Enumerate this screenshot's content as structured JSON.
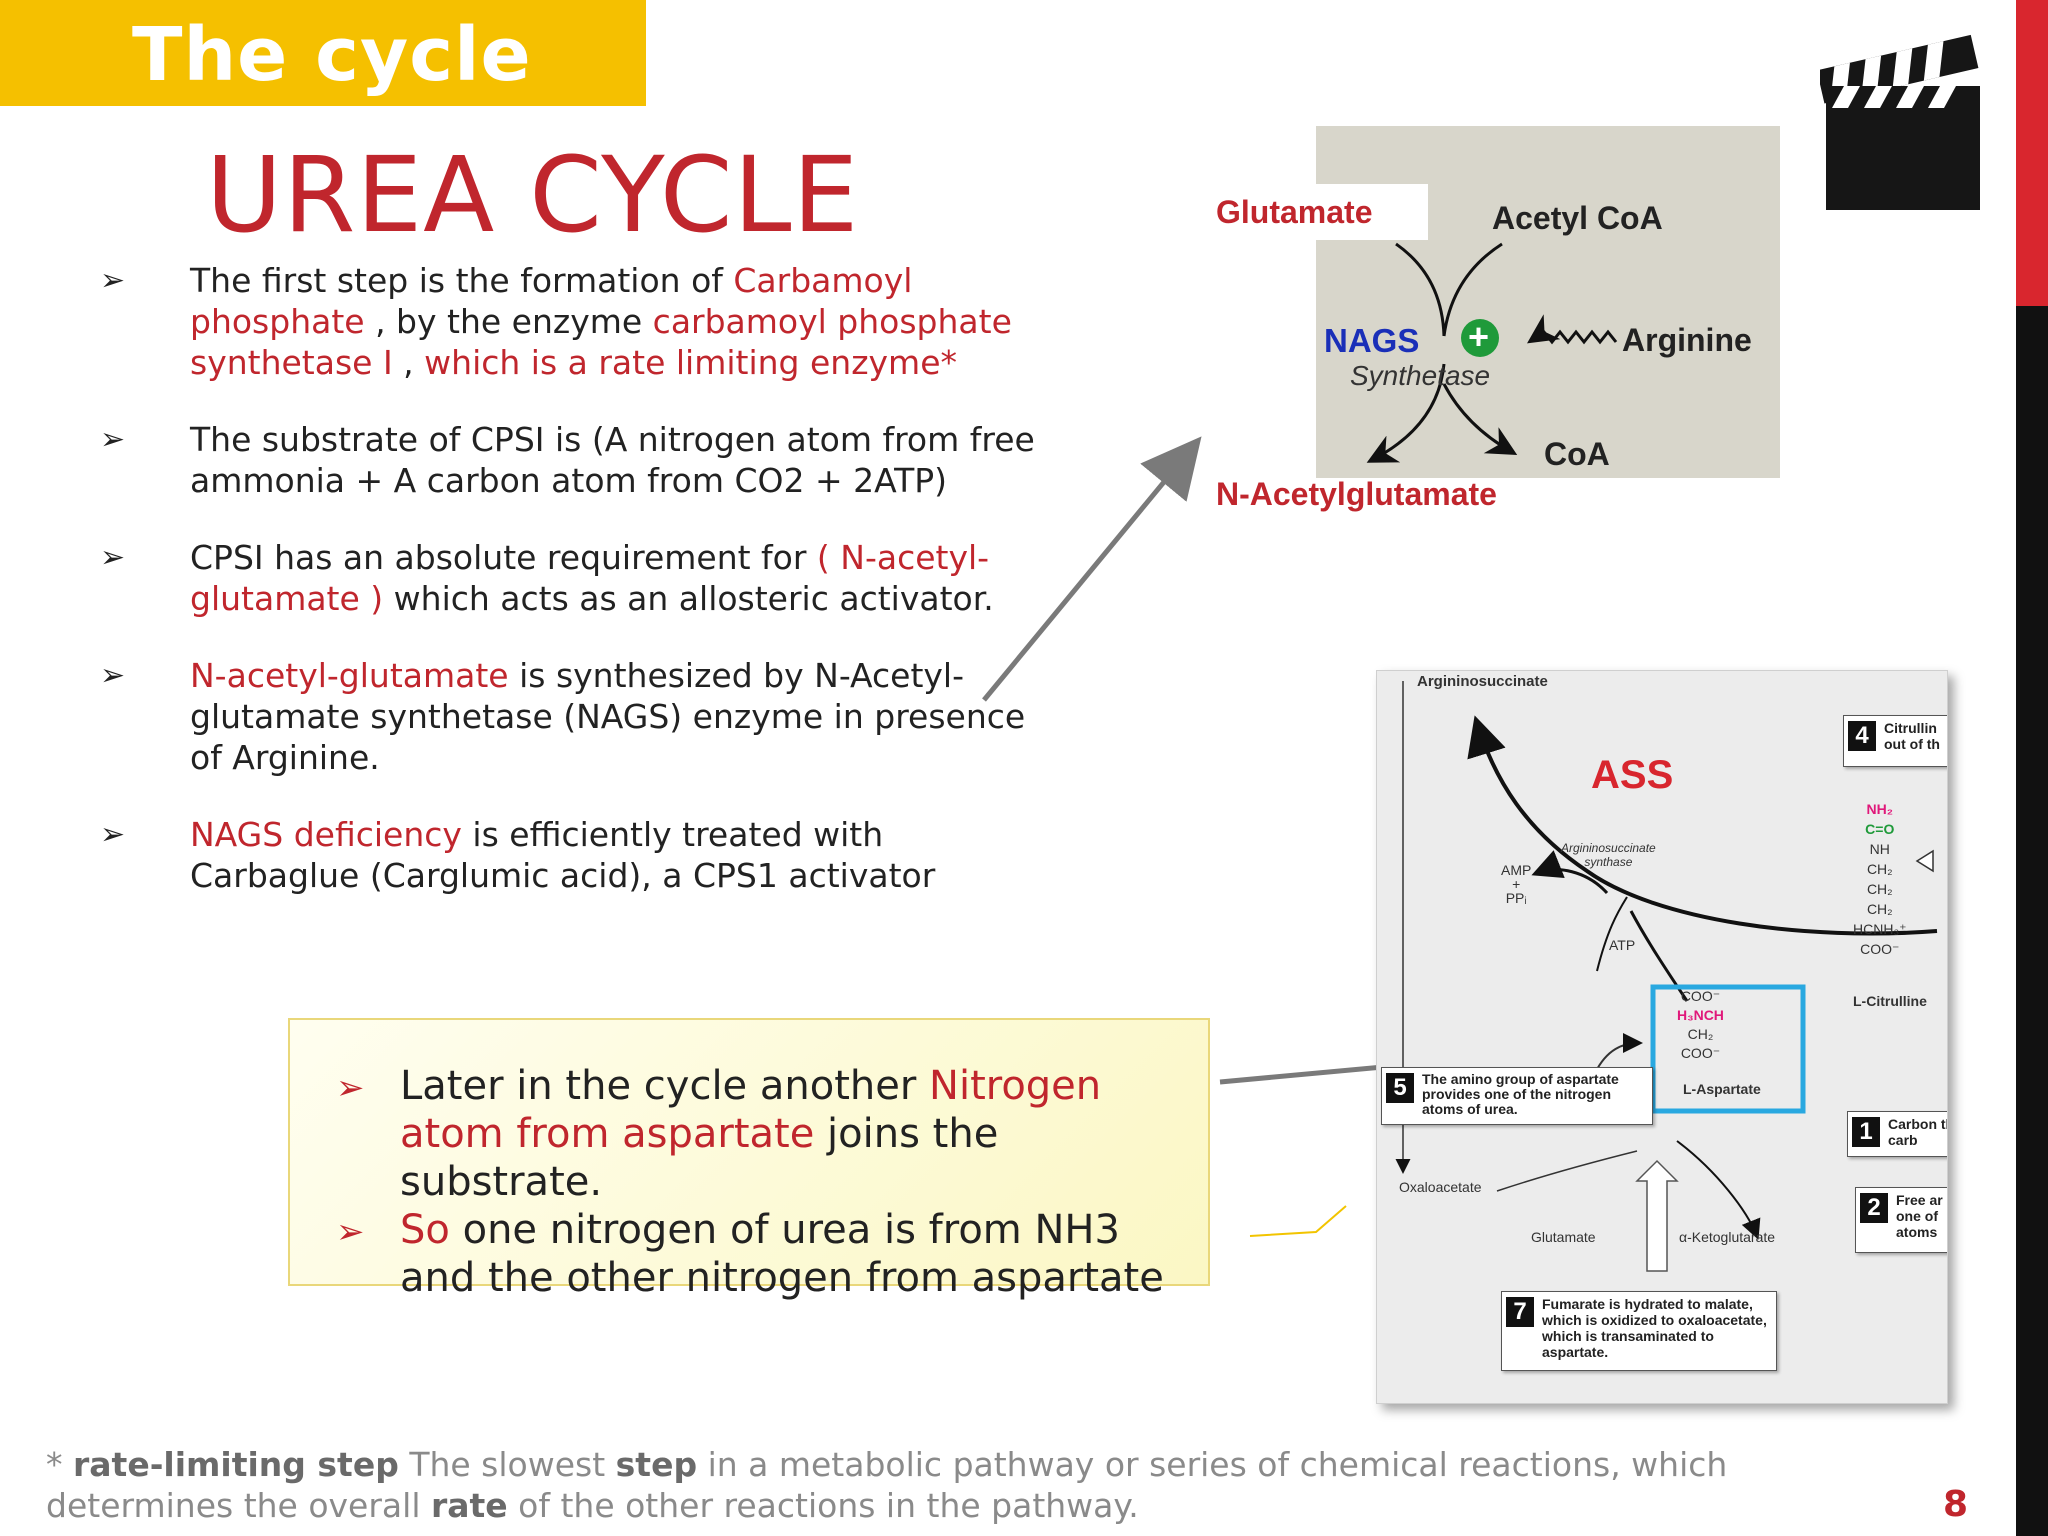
{
  "header": {
    "section_tab": "The cycle",
    "title": "UREA CYCLE"
  },
  "bullets": [
    {
      "parts": [
        {
          "text": "The first step is the formation of ",
          "color": "black"
        },
        {
          "text": "Carbamoyl phosphate",
          "color": "red"
        },
        {
          "text": " , by the enzyme ",
          "color": "black"
        },
        {
          "text": "carbamoyl phosphate synthetase I",
          "color": "red"
        },
        {
          "text": " , ",
          "color": "black"
        },
        {
          "text": "which is a rate limiting enzyme*",
          "color": "red"
        }
      ]
    },
    {
      "parts": [
        {
          "text": " The substrate of CPSI is (A nitrogen atom from free ammonia + A carbon atom from CO2 + 2ATP)",
          "color": "black"
        }
      ]
    },
    {
      "parts": [
        {
          "text": "CPSI has an absolute requirement for  ",
          "color": "black"
        },
        {
          "text": "( N-acetyl-glutamate )",
          "color": "red"
        },
        {
          "text": " which acts as an allosteric activator.",
          "color": "black"
        }
      ]
    },
    {
      "parts": [
        {
          "text": "N-acetyl-glutamate",
          "color": "red"
        },
        {
          "text": " is synthesized by N-Acetyl-glutamate synthetase (NAGS) enzyme in presence of Arginine.",
          "color": "black"
        }
      ]
    },
    {
      "parts": [
        {
          "text": "NAGS deficiency",
          "color": "red"
        },
        {
          "text": " is efficiently treated with Carbaglue (Carglumic acid), a CPS1 activator",
          "color": "black"
        }
      ]
    }
  ],
  "callout": [
    {
      "parts": [
        {
          "text": " Later in the cycle another ",
          "color": "black"
        },
        {
          "text": "Nitrogen atom from aspartate",
          "color": "red"
        },
        {
          "text": " joins the substrate.",
          "color": "black"
        }
      ]
    },
    {
      "parts": [
        {
          "text": "So",
          "color": "red"
        },
        {
          "text": " one nitrogen of urea is from NH3  and the other nitrogen from aspartate",
          "color": "black"
        }
      ]
    }
  ],
  "nags_diagram": {
    "glutamate": "Glutamate",
    "acetyl_coa": "Acetyl CoA",
    "nags": "NAGS",
    "synthetase": "Synthetase",
    "plus": "+",
    "arginine": "Arginine",
    "coa": "CoA",
    "product": "N-Acetylglutamate"
  },
  "urea_figure": {
    "argininosuccinate": "Argininosuccinate",
    "ass": "ASS",
    "enzyme_line1": "Argininosuccinate",
    "enzyme_line2": "synthase",
    "amp": "AMP",
    "plus": "+",
    "ppi": "PPᵢ",
    "atp": "ATP",
    "citrulline_atoms": [
      "NH₂",
      "C=O",
      "NH",
      "CH₂",
      "CH₂",
      "CH₂",
      "HCNH₃⁺",
      "COO⁻"
    ],
    "citrulline_name": "L-Citrulline",
    "aspartate_atoms": [
      "COO⁻",
      "H₃NCH",
      "CH₂",
      "COO⁻"
    ],
    "aspartate_name": "L-Aspartate",
    "oxaloacetate": "Oxaloacetate",
    "glutamate": "Glutamate",
    "ketoglutarate": "α-Ketoglutarate",
    "step4": {
      "num": "4",
      "text": "Citrullin out of th"
    },
    "step5": {
      "num": "5",
      "text": "The amino group of aspartate provides one of the nitrogen atoms of urea."
    },
    "step1": {
      "num": "1",
      "text": "Carbon the carb"
    },
    "step2": {
      "num": "2",
      "text": "Free ar one of atoms"
    },
    "step7": {
      "num": "7",
      "text": "Fumarate is hydrated to malate, which is oxidized to oxaloacetate, which is transaminated to aspartate."
    }
  },
  "footnote": {
    "star": "* ",
    "term": "rate-limiting step",
    "t1": " The slowest ",
    "step": "step",
    "t2": " in a metabolic pathway or series of chemical reactions, which determines the overall ",
    "rate": "rate",
    "t3": " of the other reactions in the pathway."
  },
  "page_number": "8",
  "colors": {
    "accent_red": "#c0262d",
    "tab_yellow": "#f5c000",
    "nags_blue": "#1a2fb8",
    "box_blue": "#29a8e0",
    "plus_green": "#1f9a3a"
  },
  "icons": {
    "bullet": "arrowhead-bullet-icon",
    "clapperboard": "clapperboard-icon"
  }
}
